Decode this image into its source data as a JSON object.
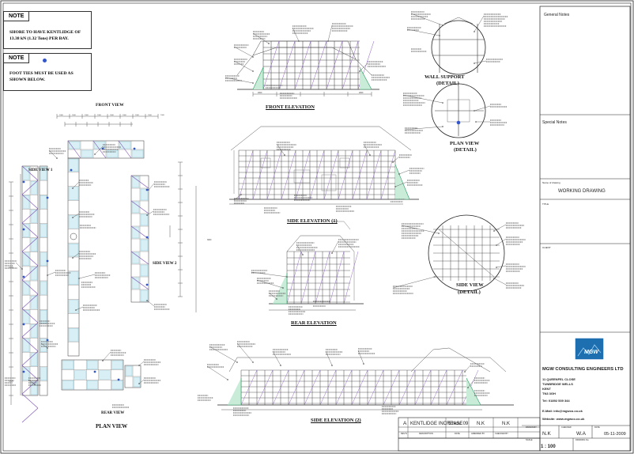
{
  "notes": {
    "box1_heading": "NOTE",
    "box1_text_line1": "SHORE TO HAVE KENTLIDGE OF",
    "box1_text_line2": "13.38 kN (1.32 Tons) PER BAY.",
    "box2_heading": "NOTE",
    "box2_text_line1": "FOOT TIES MUST BE USED AS",
    "box2_text_line2": "SHOWN BELOW."
  },
  "views": {
    "front_view": "FRONT VIEW",
    "side_view_1": "SIDE VIEW 1",
    "side_view_2": "SIDE VIEW 2",
    "rear_view": "REAR VIEW",
    "plan_view": "PLAN VIEW",
    "front_elevation": "FRONT ELEVATION",
    "side_elevation_1": "SIDE ELEVATION (1)",
    "rear_elevation": "REAR ELEVATION",
    "side_elevation_2": "SIDE ELEVATION (2)",
    "wall_support": "WALL SUPPORT",
    "wall_support_detail": "(DETAIL)",
    "plan_view_detail": "PLAN VIEW",
    "plan_view_detail_sub": "(DETAIL)",
    "side_view_detail": "SIDE VIEW",
    "side_view_detail_sub": "(DETAIL)"
  },
  "title_block": {
    "general_notes": "General Notes",
    "special_notes": "Special Notes",
    "drawing_title_label": "Name of drawing",
    "drawing_title": "WORKING DRAWING",
    "title_label": "TITLE",
    "client_label": "CLIENT",
    "logo_text": "MGW",
    "company_name": "MGW CONSULTING ENGINEERS LTD",
    "address_1": "11 QUEENFEL CLOSE",
    "address_2": "TUNBRIDGE WELLS",
    "address_3": "KENT",
    "address_4": "TN3 3GH",
    "tel": "Tel: 01892 539 344",
    "email": "E-Mail: info@mgwco.co.uk",
    "website": "Website: www.mgwco.co.uk",
    "drawn_by_label": "DRAWN BY",
    "drawn_by": "N.K",
    "checked_by_label": "CHECKED",
    "checked_by": "W.A",
    "date_label": "DATE",
    "date": "05-11-2009",
    "scale_label": "SCALE",
    "scale": "1 : 100",
    "drawing_no_label": "DRAWING No.",
    "rev_letter": "A",
    "rev_desc": "KENTLIDGE INCREASE",
    "rev_date": "5 Nov. 09",
    "rev_by": "N.K",
    "rev_checked": "N.K",
    "rev_col_rev": "REV'N",
    "rev_col_desc": "DESCRIPTION",
    "rev_col_date": "DATE",
    "rev_col_amended": "AMENDED BY",
    "rev_col_checked": "CHECKED BY"
  }
}
